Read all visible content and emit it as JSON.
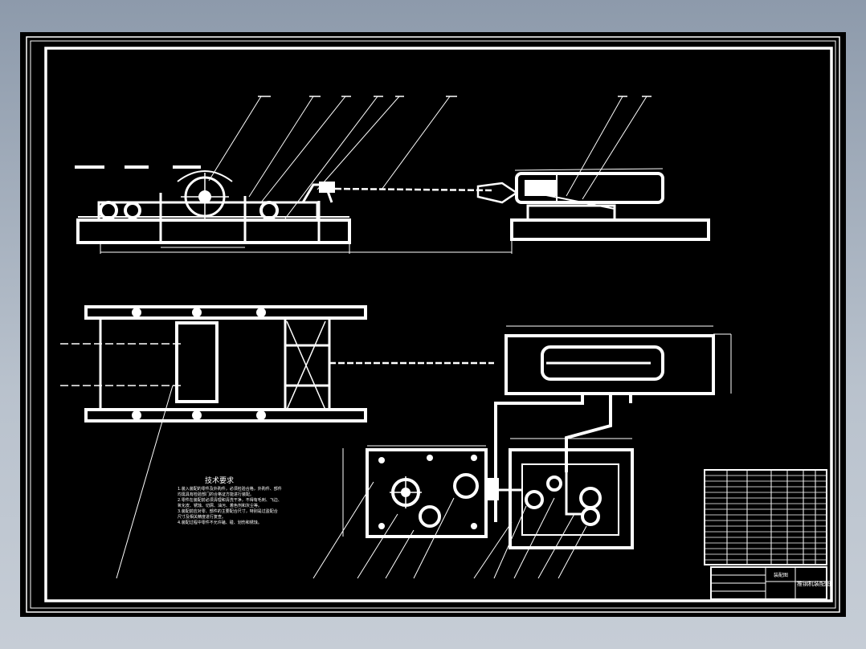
{
  "viewer": {
    "background_color": "#a4afbc",
    "sheet_color": "#000000",
    "line_color": "#ffffff"
  },
  "drawing": {
    "technical_requirements_title": "技术要求",
    "technical_requirements": [
      "1.装入装配的零件及外购件，必须检验合格，外购件、部件",
      "  均需具有检验部门的合格证方能进行装配。",
      "2.零件在装配前必须清理和清洗干净，不得有毛刺、飞边、",
      "  氧化皮、锈蚀、切屑、油污、着色剂和灰尘等。",
      "3.装配前应对零、部件的主要配合尺寸，特别是过盈配合",
      "  尺寸及相关精度进行复查。",
      "4.装配过程中零件不允许磕、碰、划伤和锈蚀。"
    ],
    "title_block": {
      "name_cell": "装配图",
      "drawing_title": "推钢机装配图"
    }
  }
}
